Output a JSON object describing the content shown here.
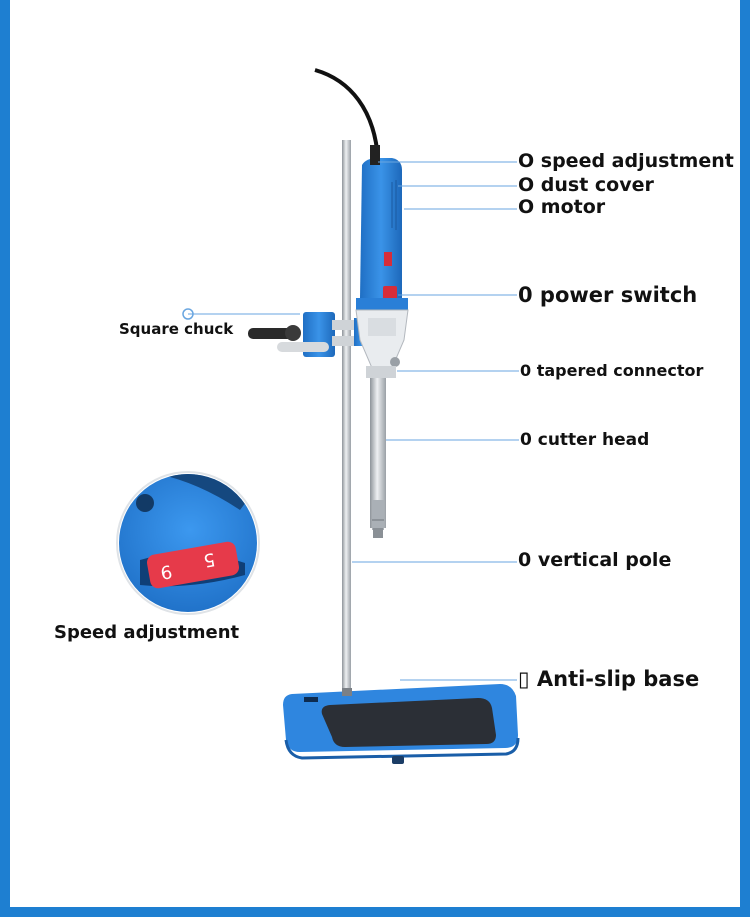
{
  "labels": {
    "speed_adjustment": "O speed adjustment",
    "dust_cover": "O dust cover",
    "motor": "O motor",
    "power_switch": "0 power switch",
    "tapered_connector": "0 tapered connector",
    "cutter_head": "0 cutter head",
    "vertical_pole": "0 vertical pole",
    "anti_slip_base": "▯ Anti-slip base",
    "square_chuck": "Square chuck",
    "speed_adjustment_inset": "Speed adjustment"
  },
  "dial_digits": [
    "9",
    "5"
  ],
  "colors": {
    "frame": "#1e7fd1",
    "device_blue": "#2f86df",
    "dial_red": "#e63a4a",
    "pad": "#2b2f36",
    "steel": "#c9cdd2"
  }
}
